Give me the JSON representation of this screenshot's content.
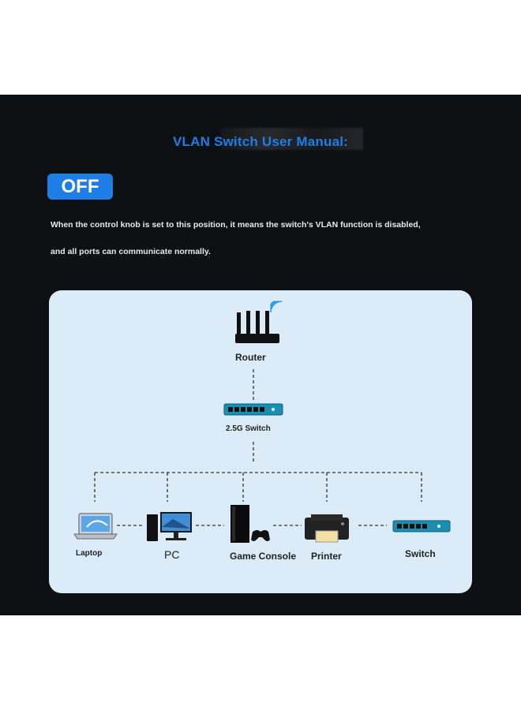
{
  "header": {
    "title": "VLAN Switch User Manual:",
    "mode_badge": "OFF",
    "description_line1": "When the control knob is set to this position, it means the switch's VLAN function is disabled,",
    "description_line2": "and all ports can communicate normally."
  },
  "diagram": {
    "router_label": "Router",
    "core_switch_label": "2.5G Switch",
    "devices": [
      "Laptop",
      "PC",
      "Game Console",
      "Printer",
      "Switch"
    ]
  },
  "colors": {
    "accent": "#1f7de6",
    "background": "#0d1013",
    "diagram_bg": "#dcebf8",
    "switch_body": "#1b8fb0"
  }
}
